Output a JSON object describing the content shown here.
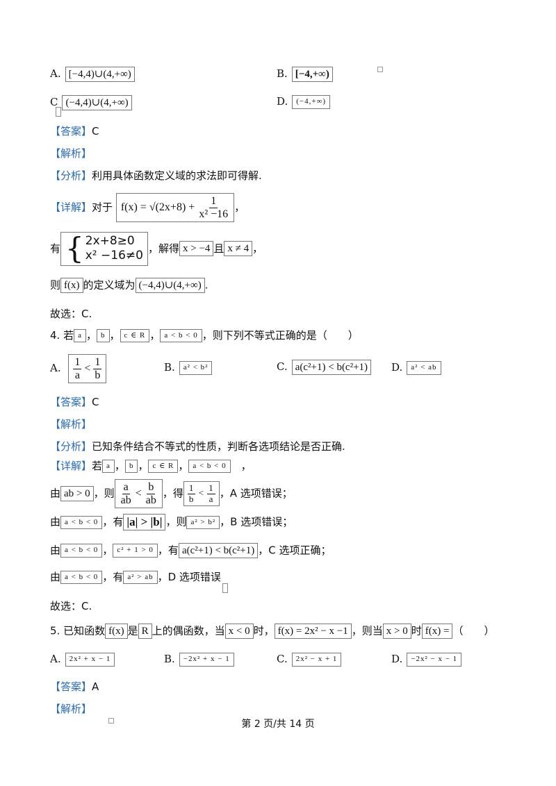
{
  "q3": {
    "options": {
      "A": {
        "label": "A.",
        "expr": "[−4,4)∪(4,+∞)"
      },
      "B": {
        "label": "B.",
        "expr": "[−4,+∞)"
      },
      "C": {
        "label": "C",
        "expr": "(−4,4)∪(4,+∞)"
      },
      "D": {
        "label": "D.",
        "expr": "(−4,+∞)"
      }
    },
    "answer_tag": "【答案】",
    "answer": "C",
    "analysis_tag": "【解析】",
    "fenxi_tag": "【分析】",
    "fenxi_text": "利用具体函数定义域的求法即可得解.",
    "detail_tag": "【详解】",
    "detail_prefix": "对于",
    "fx": "f(x) = √(2x+8) +",
    "frac_num": "1",
    "frac_den": "x² −16",
    "comma": "，",
    "you": "有",
    "sys1": "2x+8≥0",
    "sys2": "x² −16≠0",
    "jiede": "，解得",
    "x_gt": "x > −4",
    "qie": "且",
    "x_ne": "x ≠ 4",
    "comma2": "，",
    "ze": "则",
    "fx2": "f(x)",
    "domain_text": "的定义域为",
    "domain_expr": "(−4,4)∪(4,+∞)",
    "period": ".",
    "guxuan": "故选：C."
  },
  "q4": {
    "stem_num": "4.",
    "ruo": "若",
    "a": "a",
    "b": "b",
    "cR": "c ∈ R",
    "ineq": "a < b < 0",
    "stem_tail": "，则下列不等式正确的是（　　）",
    "options": {
      "A": {
        "label": "A.",
        "num": "1",
        "den_a": "a",
        "lt": "<",
        "num2": "1",
        "den_b": "b"
      },
      "B": {
        "label": "B.",
        "expr": "a² < b²"
      },
      "C": {
        "label": "C.",
        "expr": "a(c²+1) < b(c²+1)"
      },
      "D": {
        "label": "D.",
        "expr": "a² < ab"
      }
    },
    "answer_tag": "【答案】",
    "answer": "C",
    "analysis_tag": "【解析】",
    "fenxi_tag": "【分析】",
    "fenxi_text": "已知条件结合不等式的性质，判断各选项结论是否正确.",
    "detail_tag": "【详解】",
    "ruo2": "若",
    "you": "由",
    "ab_gt": "ab > 0",
    "ze": "，则",
    "fa": "a",
    "fab": "ab",
    "fb": "b",
    "fab2": "ab",
    "de": "，得",
    "f1": "1",
    "fb2": "b",
    "f1b": "1",
    "fa2": "a",
    "a_wrong": "，A 选项错误；",
    "you_b": "由",
    "ineq_b": "a < b < 0",
    "you_b2": "，有",
    "abs_expr": "|a| > |b|",
    "ze_b": "，则",
    "sq_b": "a² > b²",
    "b_wrong": "，B 选项错误；",
    "you_c": "由",
    "ineq_c": "a < b < 0",
    "c2pos": "c² + 1 > 0",
    "you_c2": "，有",
    "c_expr": "a(c²+1) < b(c²+1)",
    "c_right": "，C 选项正确；",
    "you_d": "由",
    "ineq_d": "a < b < 0",
    "you_d2": "，有",
    "d_expr": "a² > ab",
    "d_wrong": "，D 选项错误",
    "guxuan": "故选：C."
  },
  "q5": {
    "stem_num": "5.",
    "stem_a": "已知函数",
    "fx": "f(x)",
    "shi": "是",
    "R": "R",
    "stem_b": "上的偶函数，当",
    "x_lt": "x < 0",
    "shi2": "时，",
    "fx_def": "f(x) = 2x² − x −1",
    "ze": "，则当",
    "x_gt": "x > 0",
    "shi3": "时",
    "fx_q": "f(x) =",
    "paren": "（　　）",
    "options": {
      "A": {
        "label": "A.",
        "expr": "2x² + x − 1"
      },
      "B": {
        "label": "B.",
        "expr": "−2x² + x − 1"
      },
      "C": {
        "label": "C.",
        "expr": "2x² − x + 1"
      },
      "D": {
        "label": "D.",
        "expr": "−2x² − x − 1"
      }
    },
    "answer_tag": "【答案】",
    "answer": "A",
    "analysis_tag": "【解析】"
  },
  "footer": "第 2 页/共 14 页"
}
